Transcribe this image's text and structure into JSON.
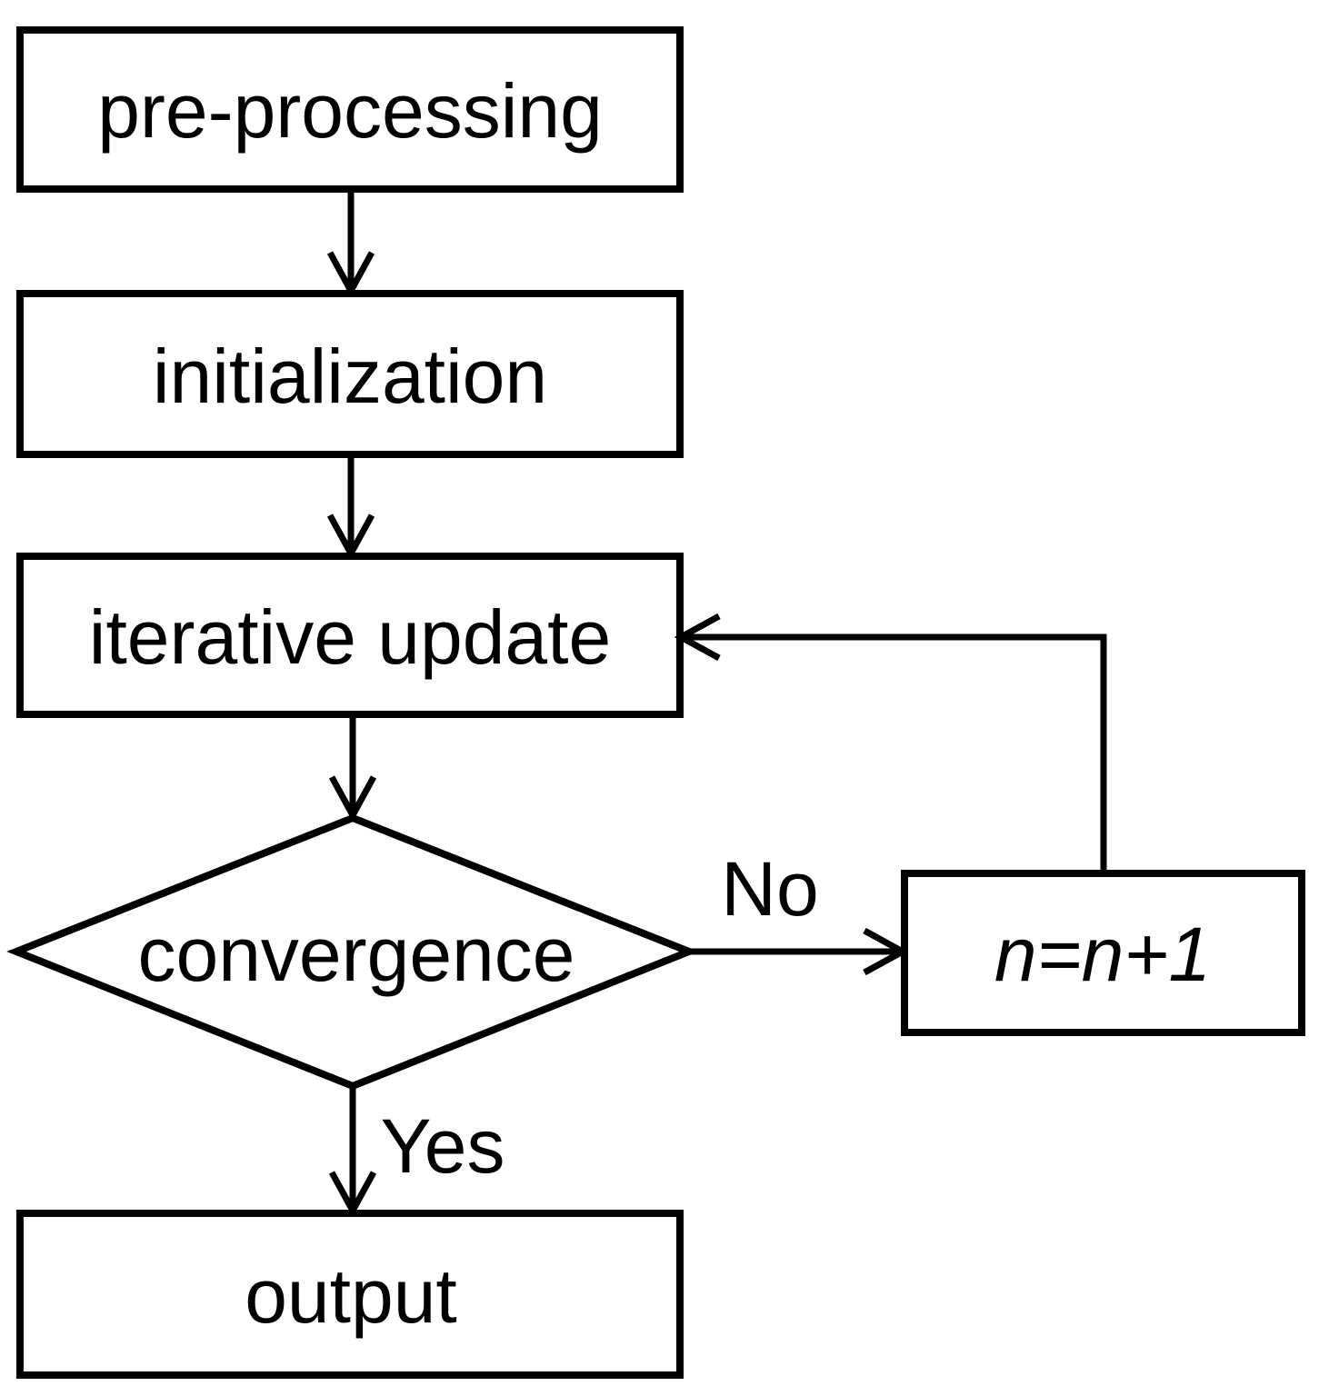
{
  "diagram": {
    "nodes": {
      "preprocessing": "pre-processing",
      "initialization": "initialization",
      "iterative_update": "iterative update",
      "convergence": "convergence",
      "increment": "n=n+1",
      "output": "output"
    },
    "edge_labels": {
      "no": "No",
      "yes": "Yes"
    },
    "colors": {
      "stroke": "#000000",
      "text": "#000000",
      "background": "#ffffff"
    }
  }
}
